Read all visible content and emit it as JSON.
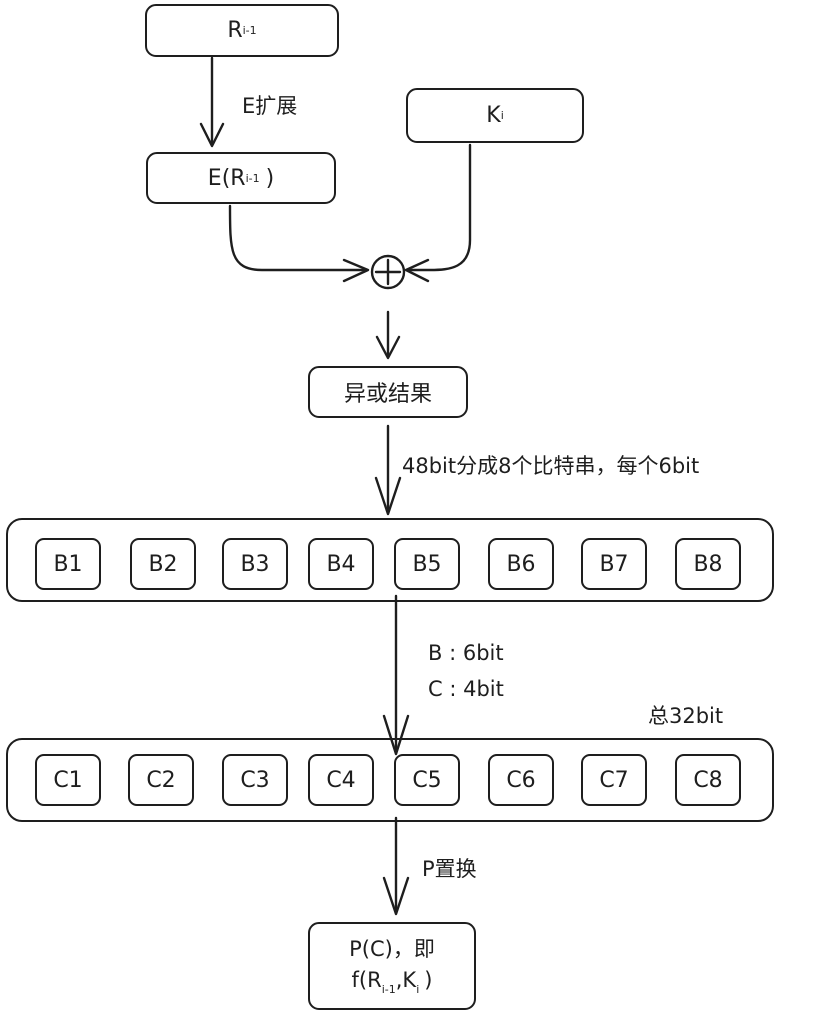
{
  "nodes": {
    "r_prev": {
      "main": "R",
      "sub": "i-1"
    },
    "expand_label": "E扩展",
    "e_r": {
      "pre": "E(R",
      "sub": "i-1",
      "post": ")"
    },
    "k": {
      "main": "K",
      "sub": "i"
    },
    "xor_result": "异或结果",
    "split_label": "48bit分成8个比特串，每个6bit",
    "b_cells": [
      "B1",
      "B2",
      "B3",
      "B4",
      "B5",
      "B6",
      "B7",
      "B8"
    ],
    "sbox_label_b": "B : 6bit",
    "sbox_label_c": "C : 4bit",
    "total_label": "总32bit",
    "c_cells": [
      "C1",
      "C2",
      "C3",
      "C4",
      "C5",
      "C6",
      "C7",
      "C8"
    ],
    "p_label": "P置换",
    "final": {
      "line1": "P(C)，即",
      "f_pre": "f(R",
      "f_sub1": "i-1",
      "f_mid": ",K",
      "f_sub2": "i",
      "f_post": ")"
    }
  }
}
